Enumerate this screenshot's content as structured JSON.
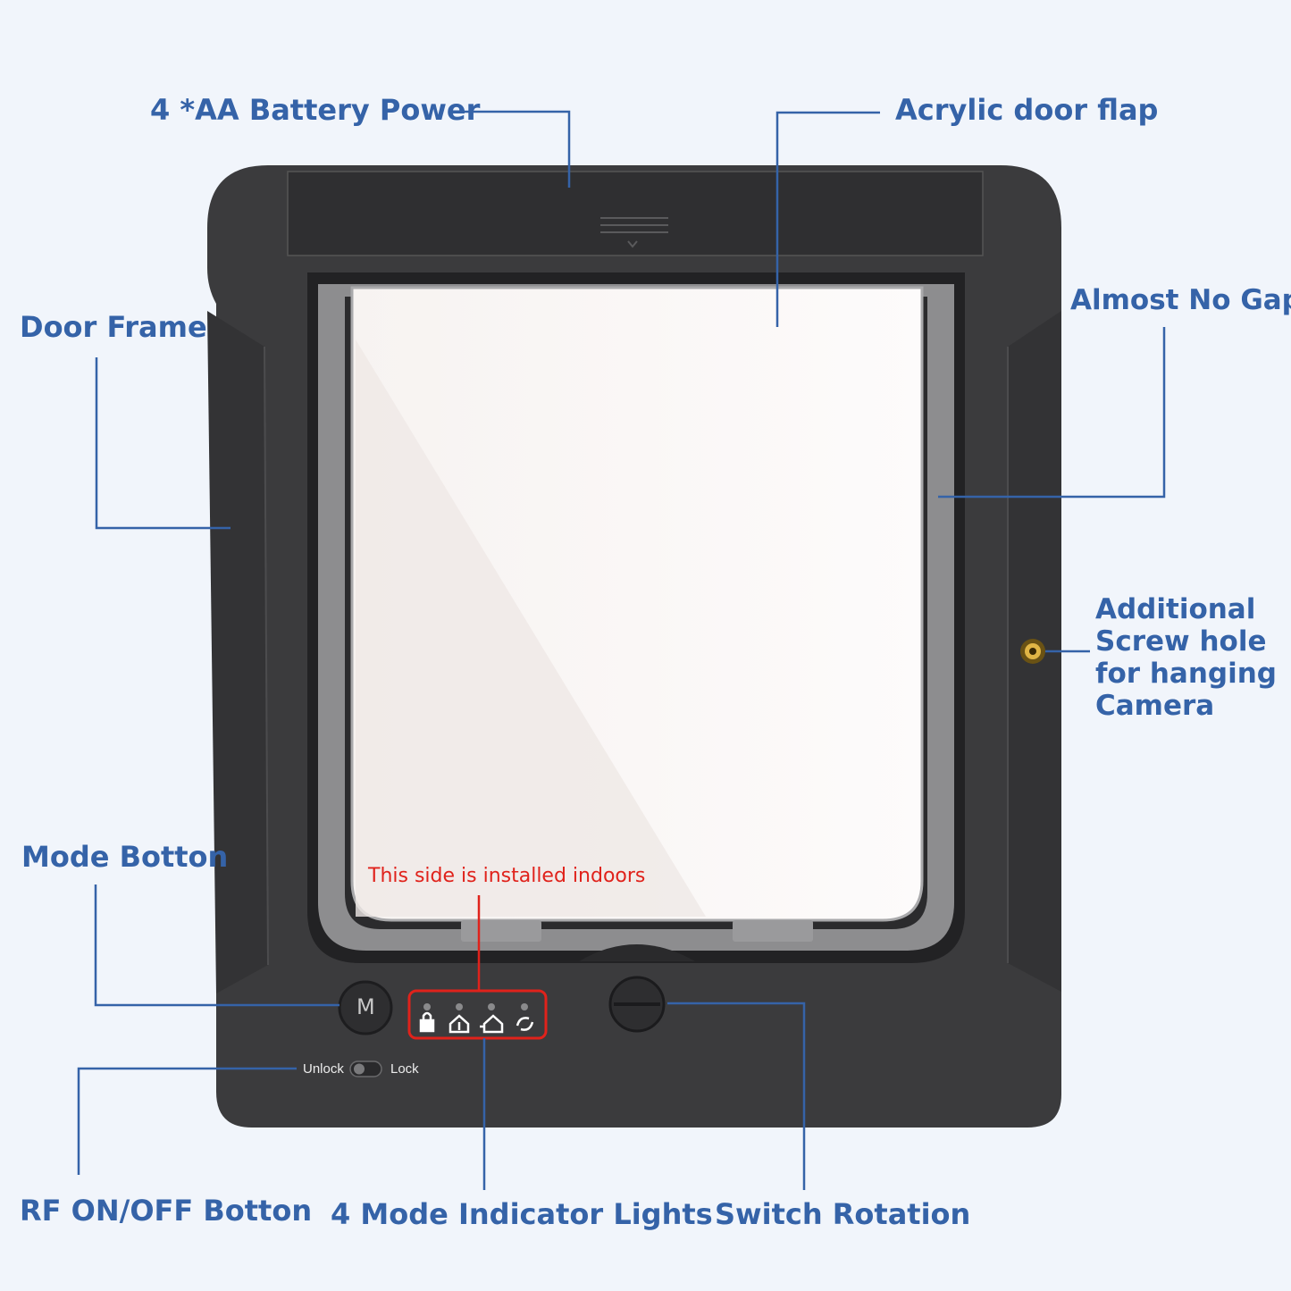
{
  "labels": {
    "battery": "4 *AA Battery Power",
    "flap": "Acrylic door flap",
    "frame": "Door Frame",
    "gap": "Almost No Gap",
    "screw": "Additional Screw hole for hanging Camera",
    "mode": "Mode Botton",
    "rf": "RF ON/OFF Botton",
    "indicators": "4 Mode Indicator Lights",
    "rotation": "Switch Rotation"
  },
  "door": {
    "indoor_note": "This side is installed indoors",
    "mode_button": "M",
    "switch_left": "Unlock",
    "switch_right": "Lock"
  },
  "colors": {
    "label": "#3563a8",
    "leader": "#3563a8",
    "frame": "#3a3a3a",
    "highlight": "#e0221b",
    "background": "#f1f5fb"
  },
  "icons": [
    "lock-icon",
    "house-in-icon",
    "house-out-icon",
    "rotation-icon"
  ]
}
